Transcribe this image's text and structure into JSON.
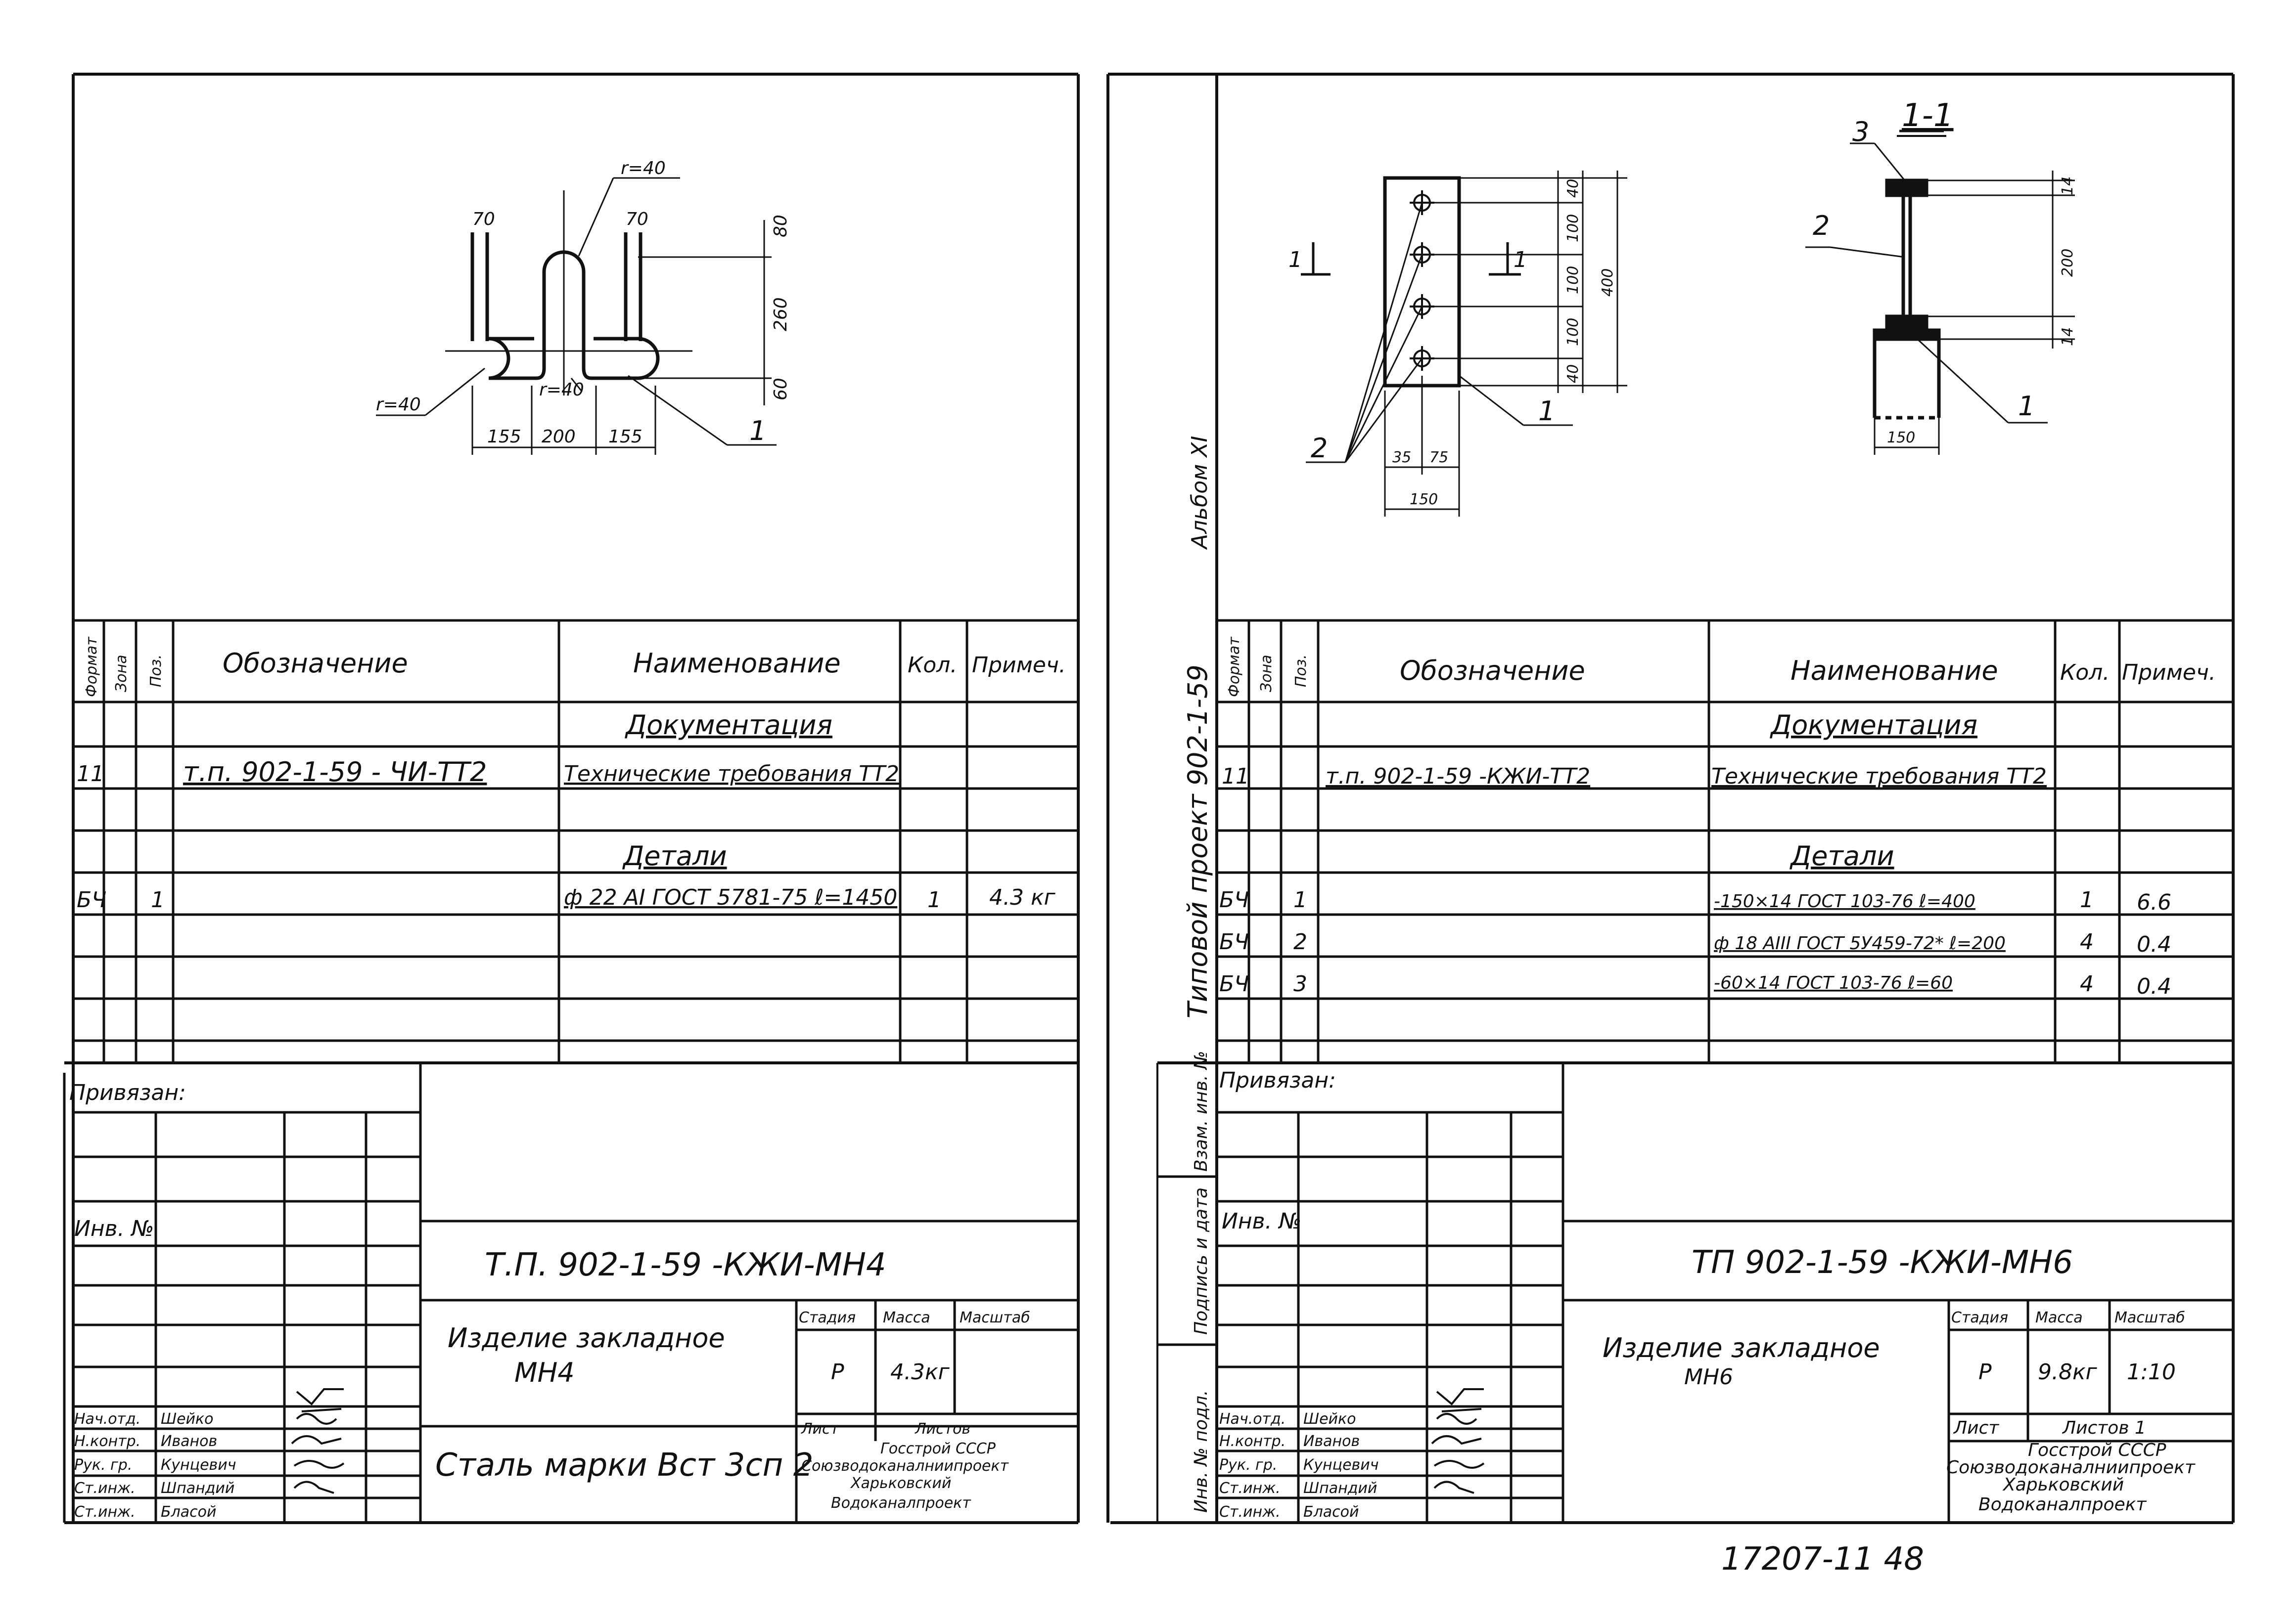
{
  "sheet_left": {
    "drawing": {
      "dims": {
        "r_top": "r=40",
        "r_left": "r=40",
        "r_mid": "r=40",
        "d70_a": "70",
        "d70_b": "70",
        "d80": "80",
        "d260": "260",
        "d60": "60",
        "d155_a": "155",
        "d200": "200",
        "d155_b": "155"
      },
      "callout_1": "1"
    },
    "spec": {
      "headers": {
        "format": "Формат",
        "zone": "Зона",
        "pos": "Поз.",
        "designation": "Обозначение",
        "name": "Наименование",
        "qty": "Кол.",
        "note": "Примеч."
      },
      "section_docs": "Документация",
      "row_doc": {
        "format": "11",
        "designation": "т.п. 902-1-59    -   ЧИ-ТТ2",
        "name": "Технические требования ТТ2"
      },
      "section_parts": "Детали",
      "row_part1": {
        "format": "БЧ",
        "pos": "1",
        "name": "ф 22 АI ГОСТ 5781-75 ℓ=1450",
        "qty": "1",
        "note": "4.3 кг"
      }
    },
    "stamp": {
      "privyazan": "Привязан:",
      "inv_no": "Инв. №",
      "doc_code": "Т.П. 902-1-59      -КЖИ-МН4",
      "title_line1": "Изделие закладное",
      "title_line2": "МН4",
      "material": "Сталь марки Вст 3сп 2",
      "col_stage": "Стадия",
      "col_mass": "Масса",
      "col_scale": "Масштаб",
      "stage": "Р",
      "mass": "4.3кг",
      "scale": "",
      "sheet": "Лист",
      "sheets": "Листов",
      "org1": "Госстрой СССР",
      "org2": "Союзводоканалниипроект",
      "org3": "Харьковский",
      "org4": "Водоканалпроект",
      "people": [
        {
          "role": "Нач.отд.",
          "name": "Шейко"
        },
        {
          "role": "Н.контр.",
          "name": "Иванов"
        },
        {
          "role": "Рук. гр.",
          "name": "Кунцевич"
        },
        {
          "role": "Ст.инж.",
          "name": "Шпандий"
        },
        {
          "role": "Ст.инж.",
          "name": "Бласой"
        }
      ]
    }
  },
  "sheet_right": {
    "drawing": {
      "section_label": "1-1",
      "dims_plan": {
        "d40_top": "40",
        "d100_a": "100",
        "d100_b": "100",
        "d100_c": "100",
        "d40_bot": "40",
        "d400": "400",
        "d35": "35",
        "d75": "75",
        "d150": "150"
      },
      "dims_section": {
        "d14_top": "14",
        "d200": "200",
        "d14_bot": "14",
        "d150": "150"
      },
      "cut_a": "1",
      "cut_b": "1",
      "callouts": {
        "c1_plan": "1",
        "c2_plan": "2",
        "c1_sec": "1",
        "c2_sec": "2",
        "c3_sec": "3"
      }
    },
    "spec": {
      "headers": {
        "format": "Формат",
        "zone": "Зона",
        "pos": "Поз.",
        "designation": "Обозначение",
        "name": "Наименование",
        "qty": "Кол.",
        "note": "Примеч."
      },
      "section_docs": "Документация",
      "row_doc": {
        "format": "11",
        "designation": "т.п. 902-1-59    -КЖИ-ТТ2",
        "name": "Технические требования ТТ2"
      },
      "section_parts": "Детали",
      "rows": [
        {
          "format": "БЧ",
          "pos": "1",
          "name": "-150×14 ГОСТ 103-76  ℓ=400",
          "qty": "1",
          "note": "6.6"
        },
        {
          "format": "БЧ",
          "pos": "2",
          "name": "ф 18 АIII ГОСТ 5У459-72* ℓ=200",
          "qty": "4",
          "note": "0.4"
        },
        {
          "format": "БЧ",
          "pos": "3",
          "name": "-60×14 ГОСТ 103-76  ℓ=60",
          "qty": "4",
          "note": "0.4"
        }
      ]
    },
    "stamp": {
      "privyazan": "Привязан:",
      "inv_no": "Инв. №",
      "doc_code": "ТП 902-1-59     -КЖИ-МН6",
      "title_line1": "Изделие закладное",
      "title_line2": "МН6",
      "col_stage": "Стадия",
      "col_mass": "Масса",
      "col_scale": "Масштаб",
      "stage": "Р",
      "mass": "9.8кг",
      "scale": "1:10",
      "sheet": "Лист",
      "sheets": "Листов 1",
      "org1": "Госстрой СССР",
      "org2": "Союзводоканалниипроект",
      "org3": "Харьковский",
      "org4": "Водоканалпроект",
      "people": [
        {
          "role": "Нач.отд.",
          "name": "Шейко"
        },
        {
          "role": "Н.контр.",
          "name": "Иванов"
        },
        {
          "role": "Рук. гр.",
          "name": "Кунцевич"
        },
        {
          "role": "Ст.инж.",
          "name": "Шпандий"
        },
        {
          "role": "Ст.инж.",
          "name": "Бласой"
        }
      ]
    },
    "side_strip": {
      "album": "Альбом XI",
      "project": "Типовой проект   902-1-59",
      "vzam": "Взам. инв. №",
      "podpis": "Подпись и дата",
      "inv_podl": "Инв. № подл."
    }
  },
  "footer_code": "17207-11    48"
}
